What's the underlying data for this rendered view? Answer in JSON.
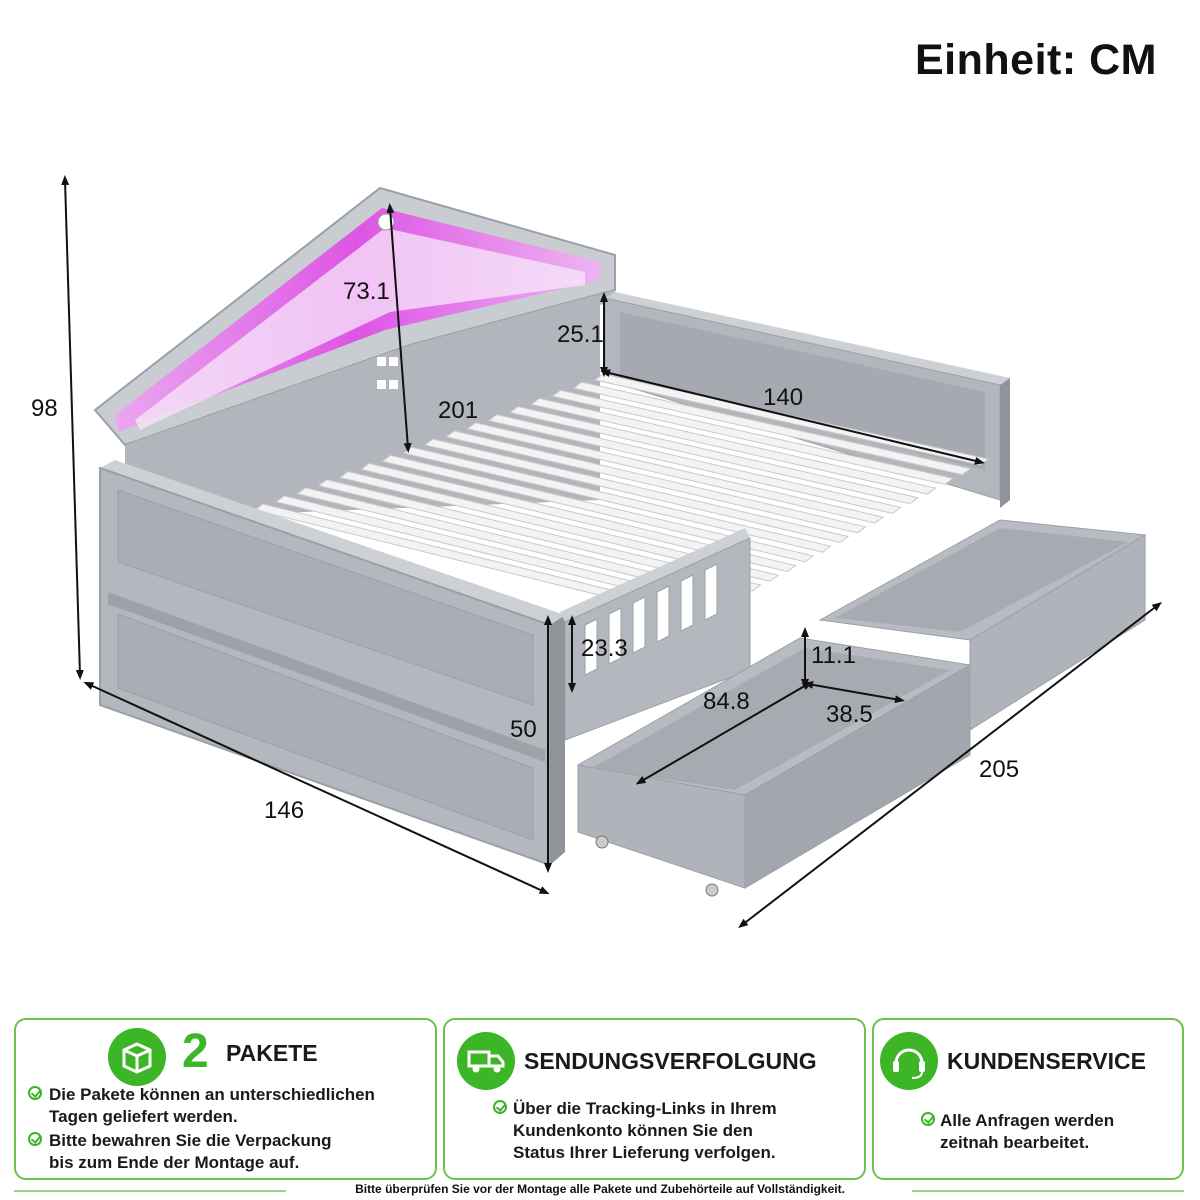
{
  "unit_label": "Einheit: CM",
  "dimensions": {
    "total_height": "98",
    "headboard_height": "73.1",
    "side_rail_height": "25.1",
    "length": "201",
    "width": "140",
    "guard_height": "23.3",
    "drawer_height": "11.1",
    "drawer_length": "84.8",
    "drawer_width": "38.5",
    "footboard_height": "50",
    "front_width": "146",
    "overall_length": "205"
  },
  "colors": {
    "frame": "#a9adb4",
    "frame_dark": "#8f949b",
    "slats": "#f2f2f2",
    "led": "#e040e8",
    "accent_green": "#3cb526",
    "card_border": "#6cc24a"
  },
  "cards": [
    {
      "icon": "package-icon",
      "number": "2",
      "title": "PAKETE",
      "lines": [
        "Die Pakete können an unterschiedlichen",
        "Tagen geliefert werden.",
        "Bitte bewahren Sie die Verpackung",
        "bis zum Ende der Montage auf."
      ]
    },
    {
      "icon": "truck-icon",
      "title": "SENDUNGSVERFOLGUNG",
      "lines": [
        "Über die Tracking-Links in Ihrem",
        "Kundenkonto können Sie den",
        "Status Ihrer Lieferung verfolgen."
      ]
    },
    {
      "icon": "headset-icon",
      "title": "KUNDENSERVICE",
      "lines": [
        "Alle Anfragen werden",
        "zeitnah bearbeitet."
      ]
    }
  ],
  "footer_note": "Bitte überprüfen Sie vor der Montage alle Pakete und Zubehörteile auf Vollständigkeit."
}
